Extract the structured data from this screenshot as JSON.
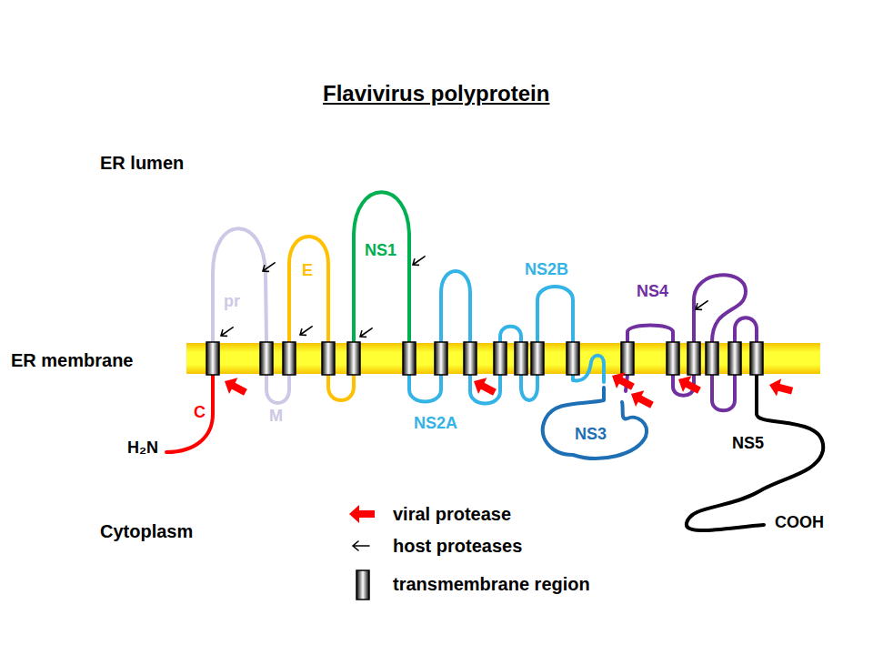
{
  "diagram": {
    "title": "Flavivirus polyprotein",
    "labels": [
      "ER lumen",
      "ER membrane",
      "Cytoplasm",
      "C",
      "pr",
      "M",
      "E",
      "NS1",
      "NS2A",
      "NS2B",
      "NS3",
      "NS4",
      "NS5",
      "H₂N",
      "COOH"
    ],
    "legend": [
      {
        "text": "viral protease"
      },
      {
        "text": "host proteases"
      },
      {
        "text": "transmembrane region"
      }
    ]
  }
}
